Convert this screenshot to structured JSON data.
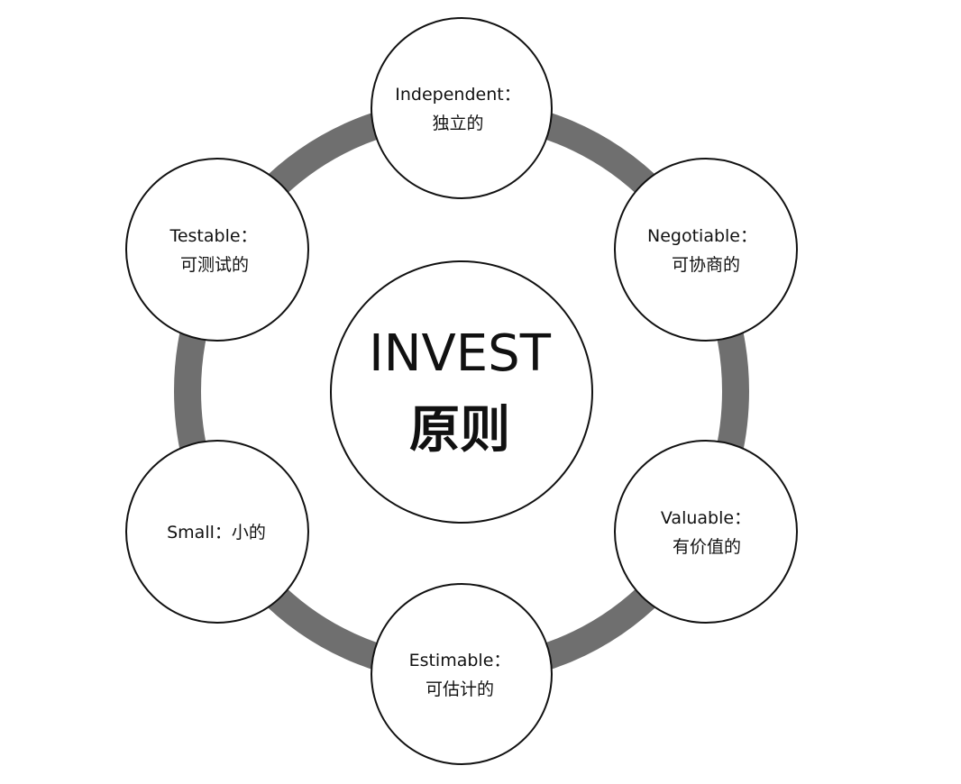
{
  "center": {
    "title": "INVEST",
    "subtitle": "原则"
  },
  "principles": [
    {
      "line1": "Independent：",
      "line2": "独立的"
    },
    {
      "line1": "Negotiable：",
      "line2": "可协商的"
    },
    {
      "line1": "Valuable：",
      "line2": "有价值的"
    },
    {
      "line1": "Estimable：",
      "line2": "可估计的"
    },
    {
      "line1": "Small：小的",
      "line2": ""
    },
    {
      "line1": "Testable：",
      "line2": "可测试的"
    }
  ],
  "colors": {
    "ring": "#6f6f6f",
    "outline": "#111111",
    "background": "#ffffff"
  }
}
